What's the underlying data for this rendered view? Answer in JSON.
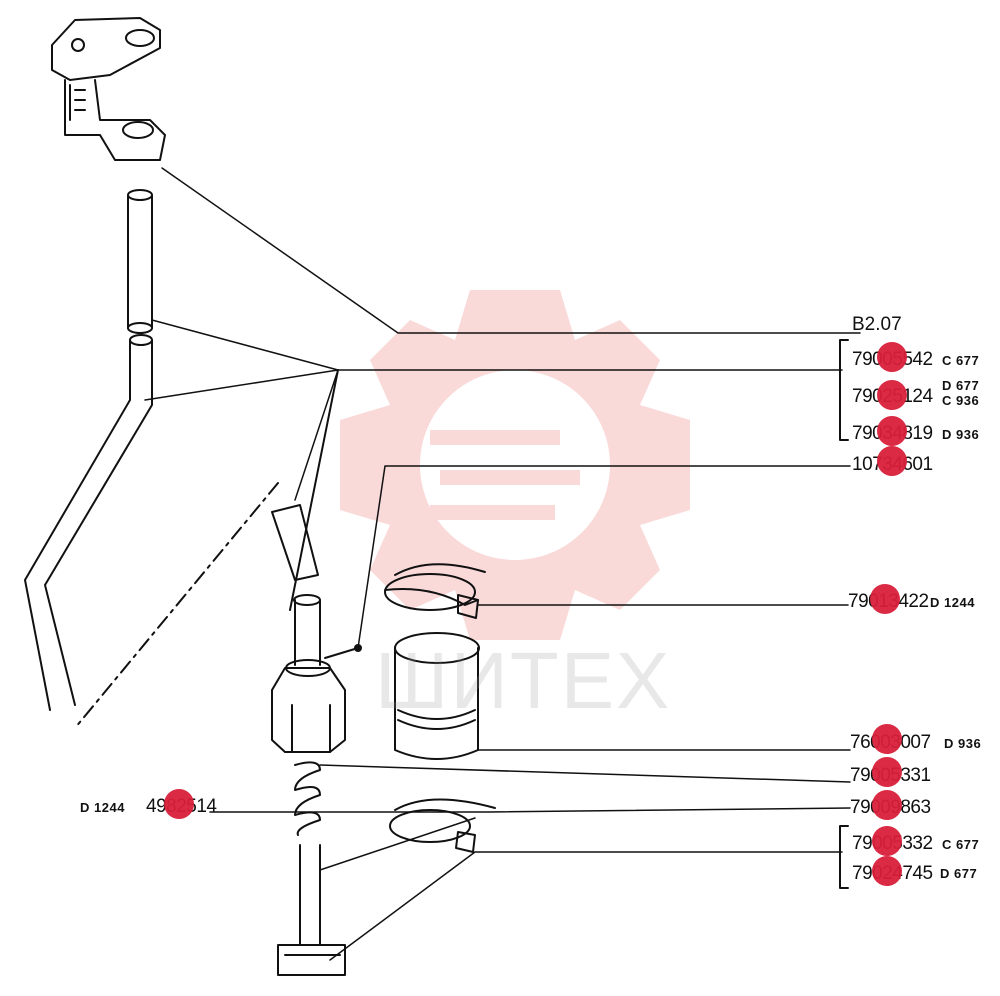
{
  "diagram_title": "B2.07",
  "watermark_text": "ШИТЕХ",
  "colors": {
    "marker": "#d81f3a",
    "watermark": "#f4b6b6",
    "line": "#111111"
  },
  "parts": [
    {
      "number": "79005542",
      "variants": [
        "C 677"
      ]
    },
    {
      "number": "79025124",
      "variants": [
        "D 677",
        "C 936"
      ]
    },
    {
      "number": "79034819",
      "variants": [
        "D 936"
      ]
    },
    {
      "number": "10734601",
      "variants": []
    },
    {
      "number": "79013422",
      "variants": [
        "D 1244"
      ]
    },
    {
      "number": "76003007",
      "variants": [
        "D 936"
      ]
    },
    {
      "number": "79005331",
      "variants": []
    },
    {
      "number": "79009863",
      "variants": []
    },
    {
      "number": "79005332",
      "variants": [
        "C 677"
      ]
    },
    {
      "number": "79024745",
      "variants": [
        "D 677"
      ]
    },
    {
      "number": "4982514",
      "variants": [
        "D 1244"
      ]
    }
  ]
}
